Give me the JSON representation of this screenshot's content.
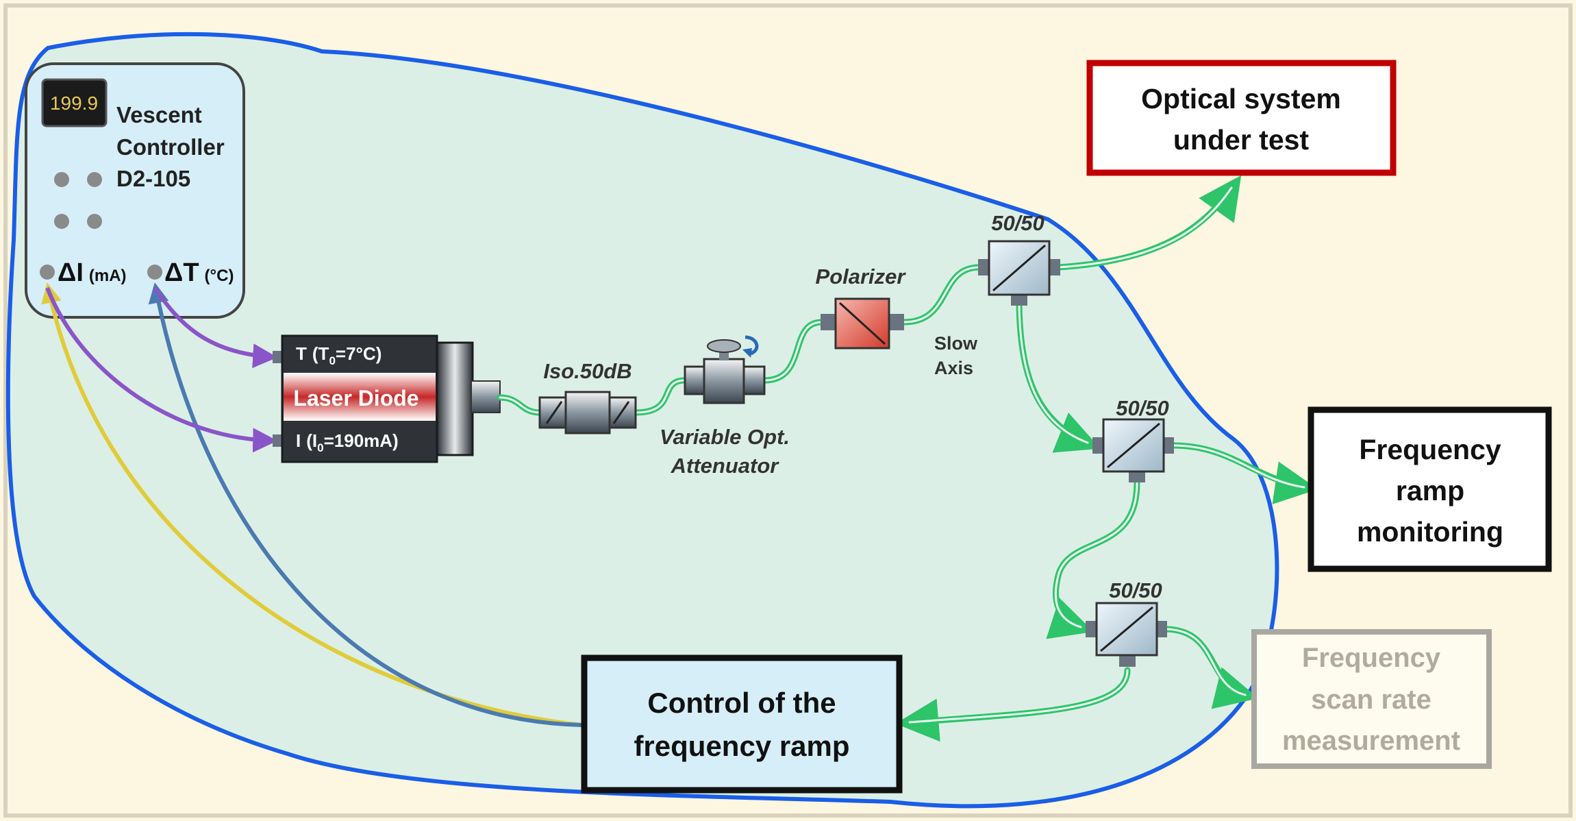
{
  "controller": {
    "display_value": "199.9",
    "name_lines": [
      "Vescent",
      "Controller",
      "D2-105"
    ],
    "delta_i": "ΔI",
    "delta_i_unit": "(mA)",
    "delta_t": "ΔT",
    "delta_t_unit": "(°C)"
  },
  "laser": {
    "label": "Laser Diode",
    "temp_port": "T",
    "temp_param": "(T",
    "temp_sub": "0",
    "temp_value": "=7°C)",
    "current_port": "I",
    "current_param": "(I",
    "current_sub": "0",
    "current_value": "=190mA)"
  },
  "components": {
    "isolator": "Iso.50dB",
    "attenuator_lines": [
      "Variable Opt.",
      "Attenuator"
    ],
    "polarizer": "Polarizer",
    "slow_axis_lines": [
      "Slow",
      "Axis"
    ],
    "splitter_1": "50/50",
    "splitter_2": "50/50",
    "splitter_3": "50/50"
  },
  "outputs": {
    "optical_system_lines": [
      "Optical system",
      "under test"
    ],
    "ramp_monitoring_lines": [
      "Frequency",
      "ramp",
      "monitoring"
    ],
    "scan_rate_lines": [
      "Frequency",
      "scan rate",
      "measurement"
    ],
    "control_ramp_lines": [
      "Control of the",
      "frequency ramp"
    ]
  },
  "colors": {
    "background": "#fdf6e0",
    "blob_fill": "#dcefe6",
    "blob_stroke": "#1a5ee8",
    "fiber": "#2ec46a",
    "optical_box_border": "#c00000",
    "scan_box_border": "#a8a8a0",
    "control_box_fill": "#d6eef8",
    "yellow_wire": "#e0cc3a",
    "blue_wire": "#4a7ab0",
    "purple_wire": "#8a55c8"
  }
}
